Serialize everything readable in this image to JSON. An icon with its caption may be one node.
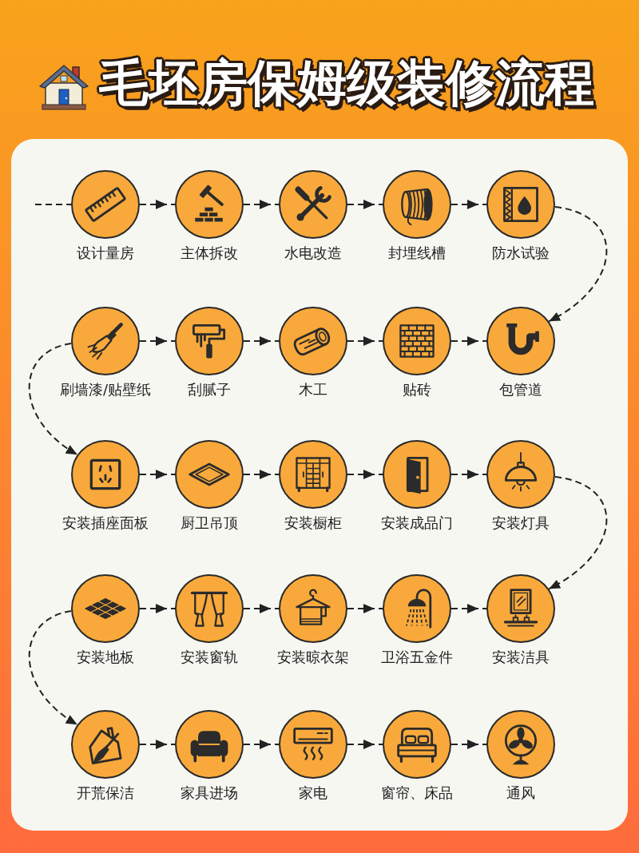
{
  "diagram": {
    "title": "毛坯房保姆级装修流程",
    "nodes": [
      {
        "text": [
          "设计量房"
        ]
      },
      {
        "text": [
          "主体拆改"
        ]
      },
      {
        "text": [
          "水电改造"
        ]
      },
      {
        "text": [
          "封埋线槽"
        ]
      },
      {
        "text": [
          "防水试验"
        ]
      },
      {
        "text": [
          "刷墙漆/贴壁纸"
        ]
      },
      {
        "text": [
          "刮腻子"
        ]
      },
      {
        "text": [
          "木工"
        ]
      },
      {
        "text": [
          "贴砖"
        ]
      },
      {
        "text": [
          "包管道"
        ]
      },
      {
        "text": [
          "安装插座面板"
        ]
      },
      {
        "text": [
          "厨卫吊顶"
        ]
      },
      {
        "text": [
          "安装橱柜"
        ]
      },
      {
        "text": [
          "安装成品门"
        ]
      },
      {
        "text": [
          "安装灯具"
        ]
      },
      {
        "text": [
          "安装地板"
        ]
      },
      {
        "text": [
          "安装窗轨"
        ]
      },
      {
        "text": [
          "安装晾衣架"
        ]
      },
      {
        "text": [
          "卫浴五金件"
        ]
      },
      {
        "text": [
          "安装洁具"
        ]
      },
      {
        "text": [
          "开荒保洁"
        ]
      },
      {
        "text": [
          "家具进场"
        ]
      },
      {
        "text": [
          "家电"
        ]
      },
      {
        "text": [
          "窗帘、床品"
        ]
      },
      {
        "text": [
          "通风"
        ]
      }
    ],
    "edges": [
      {
        "from": null,
        "to": 0,
        "arrow": "none",
        "style": "dashed"
      },
      {
        "from": 0,
        "to": 1,
        "arrow": "to",
        "style": "dashed"
      },
      {
        "from": 1,
        "to": 2,
        "arrow": "to",
        "style": "dashed"
      },
      {
        "from": 2,
        "to": 3,
        "arrow": "to",
        "style": "dashed"
      },
      {
        "from": 3,
        "to": 4,
        "arrow": "to",
        "style": "dashed"
      },
      {
        "from": 4,
        "to": 9,
        "arrow": "to",
        "style": "dashed"
      },
      {
        "from": 5,
        "to": 6,
        "arrow": "to",
        "style": "dashed"
      },
      {
        "from": 6,
        "to": 7,
        "arrow": "to",
        "style": "dashed"
      },
      {
        "from": 7,
        "to": 8,
        "arrow": "to",
        "style": "dashed"
      },
      {
        "from": 8,
        "to": 9,
        "arrow": "to",
        "style": "dashed"
      },
      {
        "from": 5,
        "to": 10,
        "arrow": "to",
        "style": "dashed"
      },
      {
        "from": 10,
        "to": 11,
        "arrow": "to",
        "style": "dashed"
      },
      {
        "from": 11,
        "to": 12,
        "arrow": "to",
        "style": "dashed"
      },
      {
        "from": 12,
        "to": 13,
        "arrow": "to",
        "style": "dashed"
      },
      {
        "from": 13,
        "to": 14,
        "arrow": "to",
        "style": "dashed"
      },
      {
        "from": 14,
        "to": 19,
        "arrow": "to",
        "style": "dashed"
      },
      {
        "from": 15,
        "to": 16,
        "arrow": "to",
        "style": "dashed"
      },
      {
        "from": 16,
        "to": 17,
        "arrow": "to",
        "style": "dashed"
      },
      {
        "from": 17,
        "to": 18,
        "arrow": "to",
        "style": "dashed"
      },
      {
        "from": 18,
        "to": 19,
        "arrow": "to",
        "style": "dashed"
      },
      {
        "from": 15,
        "to": 20,
        "arrow": "to",
        "style": "dashed"
      },
      {
        "from": 20,
        "to": 21,
        "arrow": "to",
        "style": "dashed"
      },
      {
        "from": 21,
        "to": 22,
        "arrow": "to",
        "style": "dashed"
      },
      {
        "from": 22,
        "to": 23,
        "arrow": "to",
        "style": "dashed"
      },
      {
        "from": 23,
        "to": 24,
        "arrow": "to",
        "style": "dashed"
      }
    ]
  }
}
